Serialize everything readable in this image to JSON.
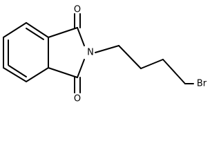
{
  "molecule": {
    "atoms": {
      "o_top": "O",
      "o_bottom": "O",
      "n": "N",
      "br": "Br"
    }
  }
}
